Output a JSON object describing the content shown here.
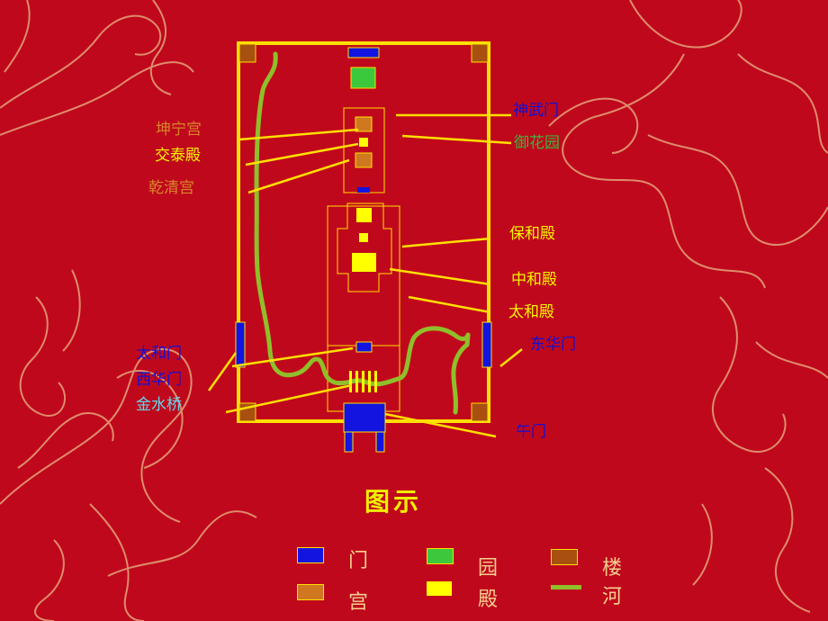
{
  "labels": {
    "kunning_palace": "坤宁宫",
    "jiaotai_hall": "交泰殿",
    "qianqing_palace": "乾清宫",
    "shenwu_gate": "神武门",
    "imperial_garden": "御花园",
    "baohe_hall": "保和殿",
    "zhonghe_hall": "中和殿",
    "taihe_hall": "太和殿",
    "donghua_gate": "东华门",
    "taihe_gate": "太和门",
    "xihua_gate": "西华门",
    "jinshui_bridge": "金水桥",
    "wu_gate": "午门"
  },
  "legend": {
    "title": "图示",
    "items": [
      {
        "label": "门",
        "color": "#1414e0"
      },
      {
        "label": "园",
        "color": "#3cc83c"
      },
      {
        "label": "楼",
        "color": "#a85010"
      },
      {
        "label": "宫",
        "color": "#d07820"
      },
      {
        "label": "殿",
        "color": "#ffff00"
      },
      {
        "label": "河",
        "color": "#8fbf2a"
      }
    ]
  },
  "colors": {
    "background": "#c0081c",
    "wall": "#ffe000",
    "gate": "#1414e0",
    "garden": "#3cc83c",
    "tower": "#a85010",
    "palace": "#d07820",
    "hall": "#ffff00",
    "river": "#8fbf2a",
    "dragon_ornament": "#e8b888"
  }
}
